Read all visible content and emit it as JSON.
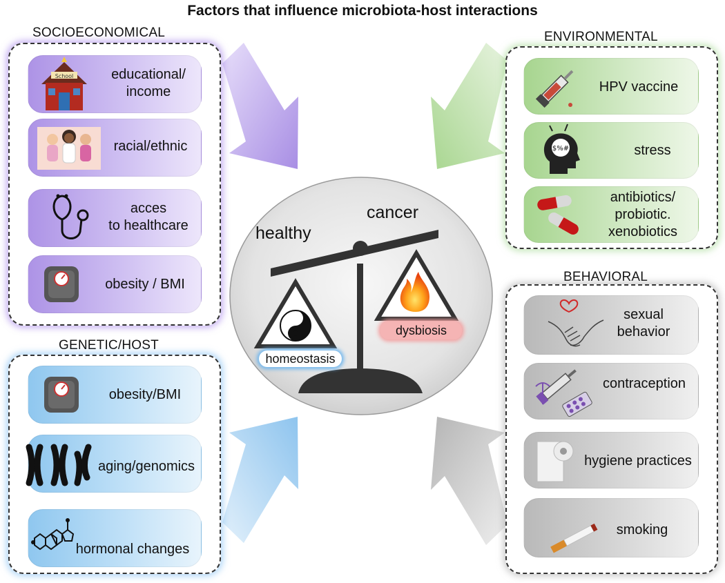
{
  "title": "Factors that influence microbiota-host interactions",
  "groups": {
    "socioeconomical": {
      "label": "SOCIOECONOMICAL",
      "items": [
        {
          "label": "educational/\nincome",
          "icon": "school-icon"
        },
        {
          "label": "racial/ethnic",
          "icon": "people-icon"
        },
        {
          "label": "acces\nto healthcare",
          "icon": "stethoscope-icon"
        },
        {
          "label": "obesity / BMI",
          "icon": "scale-icon"
        }
      ]
    },
    "genetic": {
      "label": "GENETIC/HOST",
      "items": [
        {
          "label": "obesity/BMI",
          "icon": "scale-icon"
        },
        {
          "label": "aging/genomics",
          "icon": "chromosome-icon"
        },
        {
          "label": "hormonal changes",
          "icon": "steroid-molecule-icon"
        }
      ]
    },
    "environmental": {
      "label": "ENVIRONMENTAL",
      "items": [
        {
          "label": "HPV vaccine",
          "icon": "syringe-icon"
        },
        {
          "label": "stress",
          "icon": "stressed-head-icon"
        },
        {
          "label": "antibiotics/\nprobiotic.\nxenobiotics",
          "icon": "pills-icon"
        }
      ]
    },
    "behavioral": {
      "label": "BEHAVIORAL",
      "items": [
        {
          "label": "sexual\nbehavior",
          "icon": "holding-hands-heart-icon"
        },
        {
          "label": "contraception",
          "icon": "contraception-icon"
        },
        {
          "label": "hygiene practices",
          "icon": "toilet-paper-icon"
        },
        {
          "label": "smoking",
          "icon": "cigarette-icon"
        }
      ]
    }
  },
  "center": {
    "healthy": "healthy",
    "cancer": "cancer",
    "homeostasis": "homeostasis",
    "dysbiosis": "dysbiosis",
    "left_icon": "yin-yang-icon",
    "right_icon": "fire-icon"
  },
  "colors": {
    "purple": "#ad93e6",
    "blue": "#8fc7ef",
    "green": "#a7d58f",
    "gray": "#b9b9b9",
    "homeostasis_glow": "#6fb6ee",
    "dysbiosis_glow": "#f08a8a"
  }
}
